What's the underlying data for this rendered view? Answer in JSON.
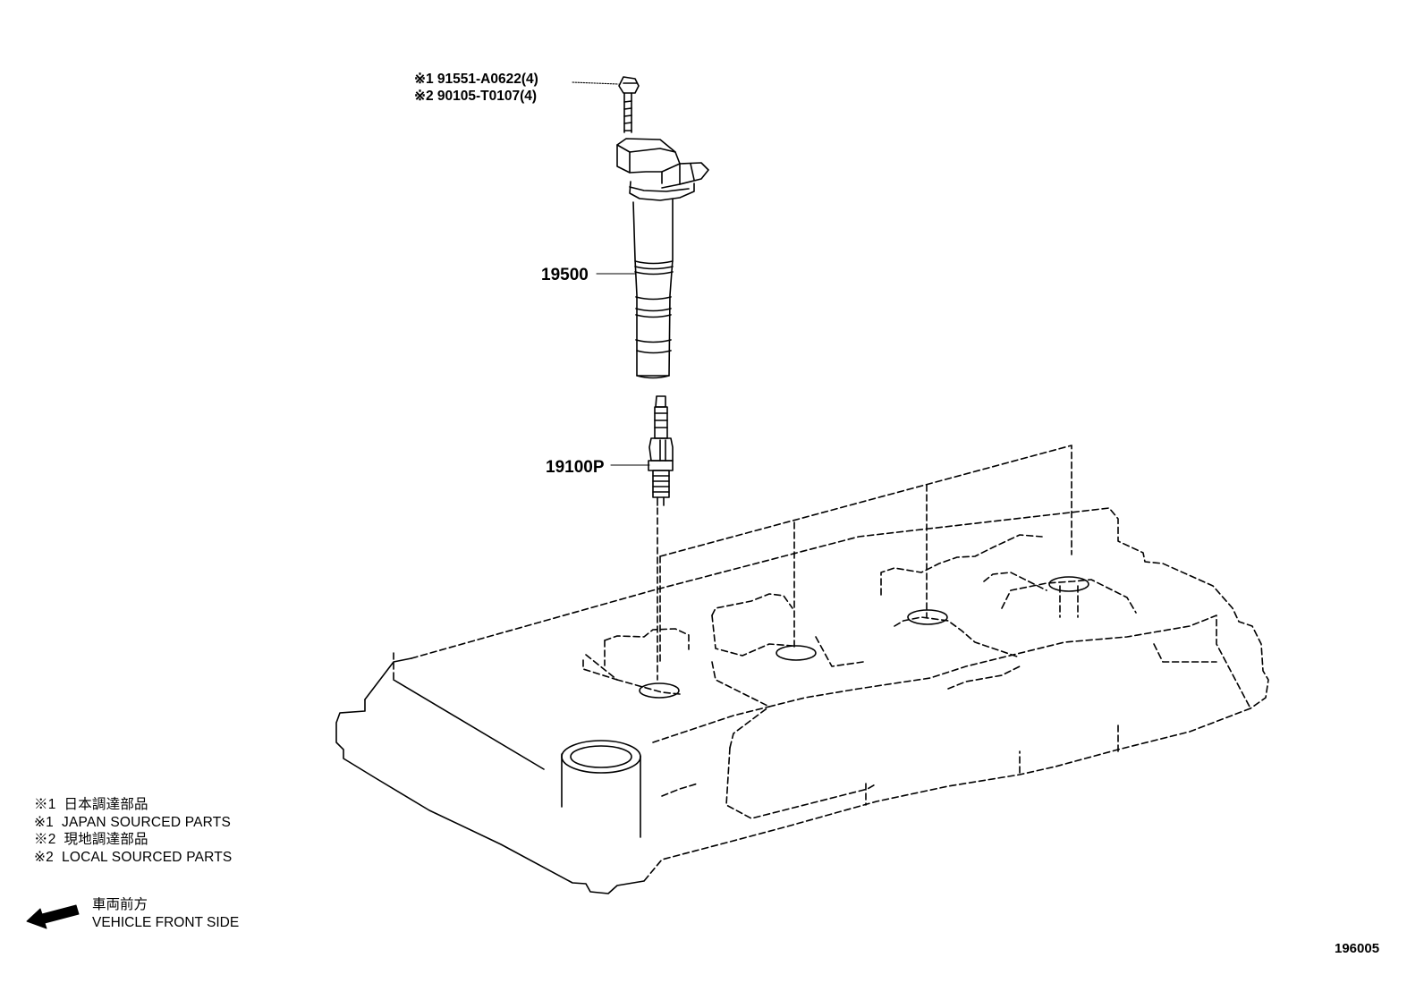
{
  "callouts": {
    "bolt_line1": "※1  91551-A0622(4)",
    "bolt_line2": "※2  90105-T0107(4)",
    "coil": "19500",
    "plug": "19100P"
  },
  "notes": [
    "※1  日本調達部品",
    "※1  JAPAN SOURCED PARTS",
    "※2  現地調達部品",
    "※2  LOCAL SOURCED PARTS"
  ],
  "front_indicator": {
    "line1": "車両前方",
    "line2": "VEHICLE FRONT SIDE",
    "icon": "arrow-left-icon"
  },
  "diagram_id": "196005"
}
